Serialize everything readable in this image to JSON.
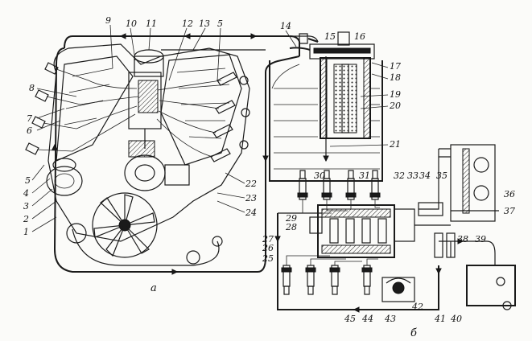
{
  "figure": {
    "part_labels": [
      {
        "id": "l1",
        "text": "1"
      },
      {
        "id": "l2",
        "text": "2"
      },
      {
        "id": "l3",
        "text": "3"
      },
      {
        "id": "l4",
        "text": "4"
      },
      {
        "id": "l5a",
        "text": "5"
      },
      {
        "id": "l5b",
        "text": "5"
      },
      {
        "id": "l6",
        "text": "6"
      },
      {
        "id": "l7",
        "text": "7"
      },
      {
        "id": "l8",
        "text": "8"
      },
      {
        "id": "l9",
        "text": "9"
      },
      {
        "id": "l10",
        "text": "10"
      },
      {
        "id": "l11",
        "text": "11"
      },
      {
        "id": "l12",
        "text": "12"
      },
      {
        "id": "l13",
        "text": "13"
      },
      {
        "id": "l14",
        "text": "14"
      },
      {
        "id": "l15",
        "text": "15"
      },
      {
        "id": "l16",
        "text": "16"
      },
      {
        "id": "l17",
        "text": "17"
      },
      {
        "id": "l18",
        "text": "18"
      },
      {
        "id": "l19",
        "text": "19"
      },
      {
        "id": "l20",
        "text": "20"
      },
      {
        "id": "l21",
        "text": "21"
      },
      {
        "id": "l22",
        "text": "22"
      },
      {
        "id": "l23",
        "text": "23"
      },
      {
        "id": "l24",
        "text": "24"
      },
      {
        "id": "l25",
        "text": "25"
      },
      {
        "id": "l26",
        "text": "26"
      },
      {
        "id": "l27",
        "text": "27"
      },
      {
        "id": "l28",
        "text": "28"
      },
      {
        "id": "l29",
        "text": "29"
      },
      {
        "id": "l30",
        "text": "30"
      },
      {
        "id": "l31",
        "text": "31"
      },
      {
        "id": "l32",
        "text": "32"
      },
      {
        "id": "l33",
        "text": "33"
      },
      {
        "id": "l34",
        "text": "34"
      },
      {
        "id": "l35",
        "text": "35"
      },
      {
        "id": "l36",
        "text": "36"
      },
      {
        "id": "l37",
        "text": "37"
      },
      {
        "id": "l38",
        "text": "38"
      },
      {
        "id": "l39",
        "text": "39"
      },
      {
        "id": "l40",
        "text": "40"
      },
      {
        "id": "l41",
        "text": "41"
      },
      {
        "id": "l42",
        "text": "42"
      },
      {
        "id": "l43",
        "text": "43"
      },
      {
        "id": "l44",
        "text": "44"
      },
      {
        "id": "l45",
        "text": "45"
      }
    ],
    "view_labels": {
      "a": "а",
      "b": "б"
    }
  }
}
